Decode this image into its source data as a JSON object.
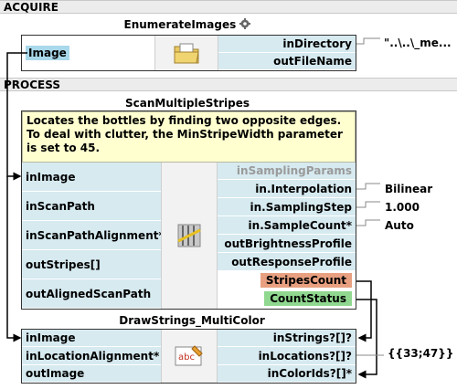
{
  "sections": {
    "acquire": "ACQUIRE",
    "process": "PROCESS"
  },
  "enumerate_images": {
    "title": "EnumerateImages",
    "inputs": [
      {
        "label": "Image"
      }
    ],
    "outputs": [
      {
        "label": "inDirectory"
      },
      {
        "label": "outFileName"
      }
    ],
    "values": {
      "inDirectory": "\"..\\..\\_me..."
    },
    "icon": "folder-icon",
    "settings_icon": "gear-icon"
  },
  "scan_multiple_stripes": {
    "title": "ScanMultipleStripes",
    "description": "Locates the bottles by finding two opposite edges. To deal with clutter, the MinStripeWidth parameter is set to 45.",
    "inputs": [
      {
        "label": "inImage"
      },
      {
        "label": "inScanPath"
      },
      {
        "label": "inScanPathAlignment*"
      },
      {
        "label": "outStripes[]"
      },
      {
        "label": "outAlignedScanPath"
      }
    ],
    "outputs": [
      {
        "label": "inSamplingParams"
      },
      {
        "label": "in.Interpolation"
      },
      {
        "label": "in.SamplingStep"
      },
      {
        "label": "in.SampleCount*"
      },
      {
        "label": "outBrightnessProfile"
      },
      {
        "label": "outResponseProfile"
      },
      {
        "label": "StripesCount"
      },
      {
        "label": "CountStatus"
      }
    ],
    "values": {
      "interpolation": "Bilinear",
      "sampling_step": "1.000",
      "sample_count": "Auto"
    },
    "icon": "scan-stripes-icon",
    "colors": {
      "stripes_count": "#e8a080",
      "count_status": "#90d890"
    }
  },
  "draw_strings": {
    "title": "DrawStrings_MultiColor",
    "inputs": [
      {
        "label": "inImage"
      },
      {
        "label": "inLocationAlignment*"
      },
      {
        "label": "outImage"
      }
    ],
    "outputs": [
      {
        "label": "inStrings?[]?"
      },
      {
        "label": "inLocations?[]?"
      },
      {
        "label": "inColorIds?[]*"
      }
    ],
    "values": {
      "color_ids": "{{33;47}}"
    },
    "icon": "draw-text-icon"
  }
}
